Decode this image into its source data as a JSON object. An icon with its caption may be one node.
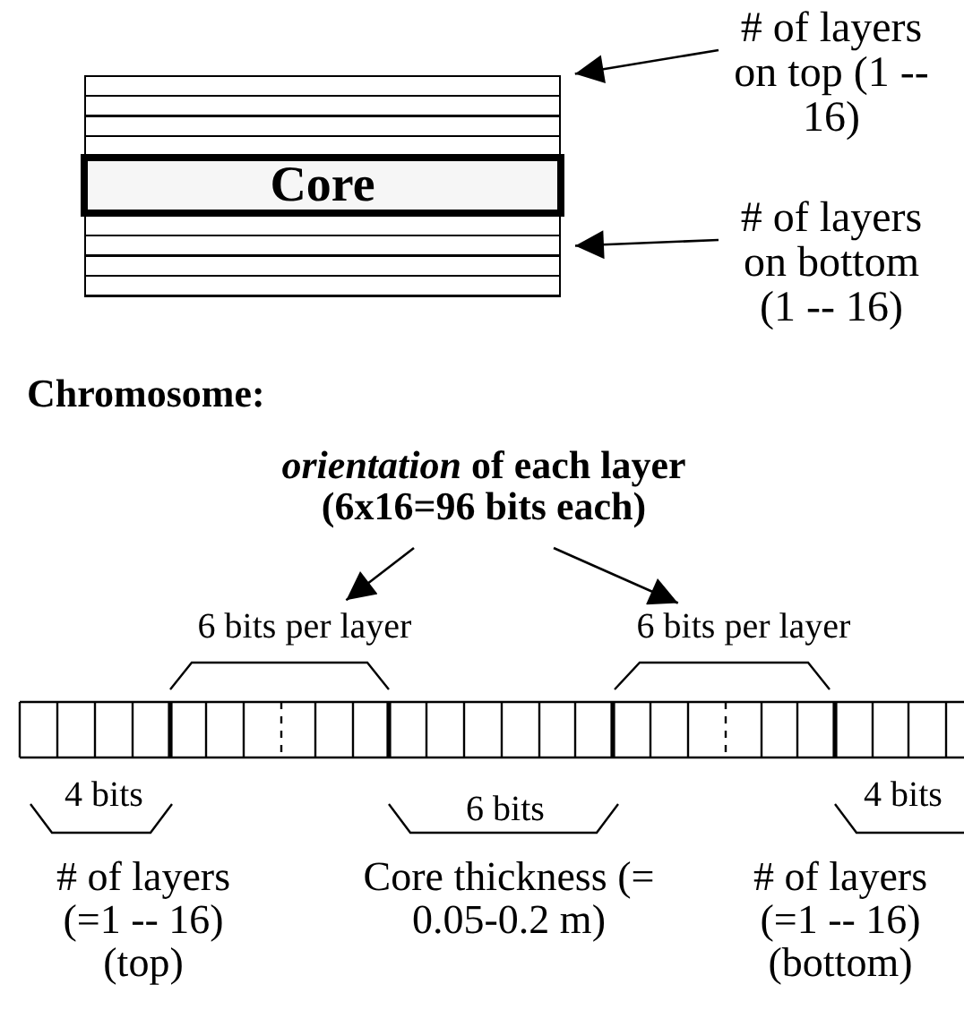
{
  "diagram": {
    "nodes": [
      {
        "text": [],
        "shape": "box"
      },
      {
        "text": [
          "Core"
        ]
      },
      {
        "text": [],
        "shape": "box"
      },
      {
        "text": [
          "# of layers on top (1 -- 16)"
        ]
      },
      {
        "text": [
          "# of layers on bottom (1 -- 16)"
        ]
      },
      {
        "text": [
          "*orientation* of each layer (6x16=96 bits each)"
        ]
      },
      {
        "text": [
          "6 bits per layer"
        ]
      },
      {
        "text": [
          "6 bits per layer"
        ]
      }
    ],
    "edges": [
      {
        "from": 3,
        "to": 0,
        "arrow": "to"
      },
      {
        "from": 4,
        "to": 2,
        "arrow": "to"
      },
      {
        "from": 5,
        "to": 6,
        "arrow": "to"
      },
      {
        "from": 5,
        "to": 7,
        "arrow": "to"
      }
    ],
    "labels": [
      "Chromosome:",
      "4 bits",
      "6 bits",
      "4 bits",
      "# of layers (=1 -- 16) (top)",
      "Core thickness (= 0.05-0.2 m)",
      "# of layers (=1 -- 16) (bottom)"
    ]
  }
}
